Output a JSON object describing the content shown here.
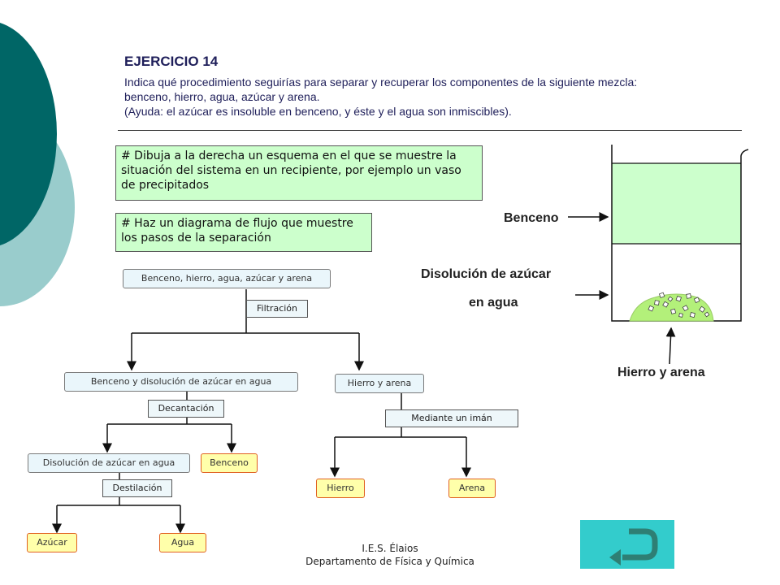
{
  "header": {
    "title": "EJERCICIO 14",
    "statement_line1": "Indica qué procedimiento seguirías para separar y recuperar los componentes de la siguiente mezcla:",
    "statement_line2": "benceno, hierro, agua, azúcar y arena.",
    "statement_line3": "(Ayuda: el azúcar es insoluble en benceno, y éste y el agua son inmiscibles)."
  },
  "notes": {
    "draw": "# Dibuja a la derecha un esquema en el que se muestre la situación del sistema en un recipiente, por ejemplo un vaso de precipitados",
    "flow": "# Haz un diagrama de flujo que muestre los pasos de la separación"
  },
  "flow": {
    "mixture": "Benceno, hierro, agua, azúcar y arena",
    "filtration": "Filtración",
    "liquid": "Benceno y disolución de azúcar en agua",
    "solids": "Hierro y arena",
    "decantation": "Decantación",
    "magnet": "Mediante un imán",
    "solution": "Disolución de azúcar en agua",
    "benzene": "Benceno",
    "iron": "Hierro",
    "sand": "Arena",
    "distillation": "Destilación",
    "sugar": "Azúcar",
    "water": "Agua"
  },
  "beaker": {
    "label_benzene": "Benceno",
    "label_solution_line1": "Disolución de azúcar",
    "label_solution_line2": "en agua",
    "label_solids": "Hierro y arena"
  },
  "footer": {
    "line1": "I.E.S. Élaios",
    "line2": "Departamento de Física y Química"
  },
  "colors": {
    "accent_teal": "#006666",
    "light_teal": "#99cccc",
    "note_green": "#ccffcc",
    "final_fill": "#ffffaa",
    "final_border": "#e06020",
    "button": "#33cccc"
  },
  "icons": {
    "back": "return-arrow-icon"
  }
}
